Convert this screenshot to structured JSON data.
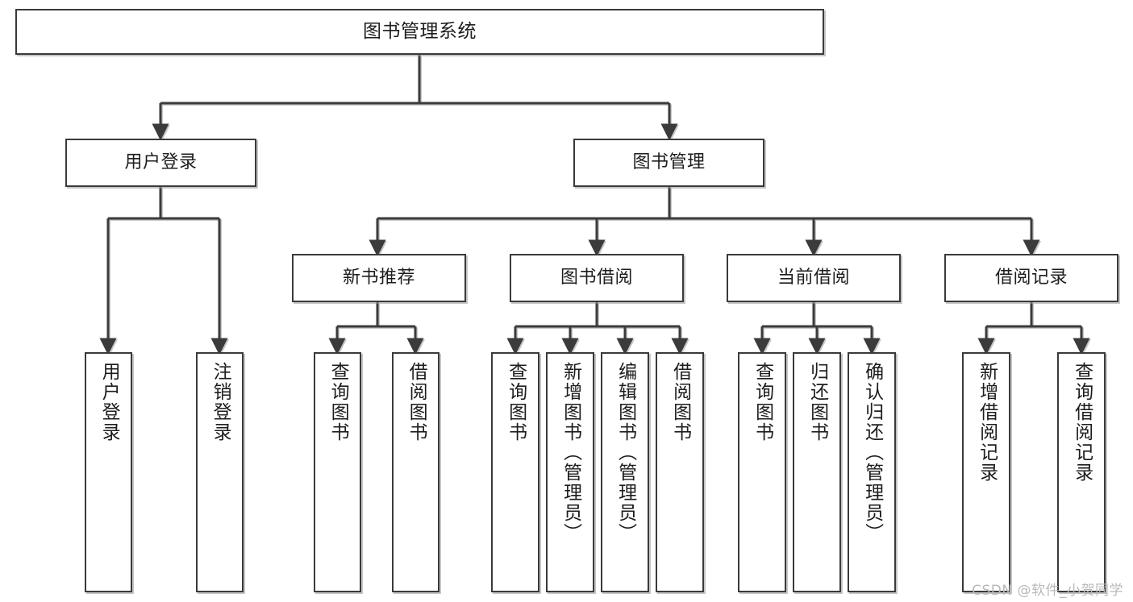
{
  "diagram": {
    "title": "图书管理系统",
    "type": "tree",
    "watermark": "CSDN @软件_小贺同学",
    "colors": {
      "line": "#3a3a3a",
      "box_fill": "#ffffff",
      "text": "#1d1d1d",
      "shadow": "#969696",
      "watermark": "#b9b9b9"
    },
    "nodes": {
      "root": {
        "label": "图书管理系统"
      },
      "level2": [
        {
          "id": "user-login",
          "label": "用户登录"
        },
        {
          "id": "book-manage",
          "label": "图书管理"
        }
      ],
      "level3": [
        {
          "id": "new-book-rec",
          "label": "新书推荐"
        },
        {
          "id": "book-borrow",
          "label": "图书借阅"
        },
        {
          "id": "current-borrow",
          "label": "当前借阅"
        },
        {
          "id": "borrow-record",
          "label": "借阅记录"
        }
      ],
      "leaves": {
        "user-login": [
          {
            "id": "leaf-user-login",
            "label": "用户登录"
          },
          {
            "id": "leaf-logout",
            "label": "注销登录"
          }
        ],
        "new-book-rec": [
          {
            "id": "leaf-query-book-1",
            "label": "查询图书"
          },
          {
            "id": "leaf-borrow-book-1",
            "label": "借阅图书"
          }
        ],
        "book-borrow": [
          {
            "id": "leaf-query-book-2",
            "label": "查询图书"
          },
          {
            "id": "leaf-add-book",
            "label": "新增图书（管理员）"
          },
          {
            "id": "leaf-edit-book",
            "label": "编辑图书（管理员）"
          },
          {
            "id": "leaf-borrow-book-2",
            "label": "借阅图书"
          }
        ],
        "current-borrow": [
          {
            "id": "leaf-query-book-3",
            "label": "查询图书"
          },
          {
            "id": "leaf-return-book",
            "label": "归还图书"
          },
          {
            "id": "leaf-confirm-return",
            "label": "确认归还（管理员）"
          }
        ],
        "borrow-record": [
          {
            "id": "leaf-add-record",
            "label": "新增借阅记录"
          },
          {
            "id": "leaf-query-record",
            "label": "查询借阅记录"
          }
        ]
      }
    }
  }
}
